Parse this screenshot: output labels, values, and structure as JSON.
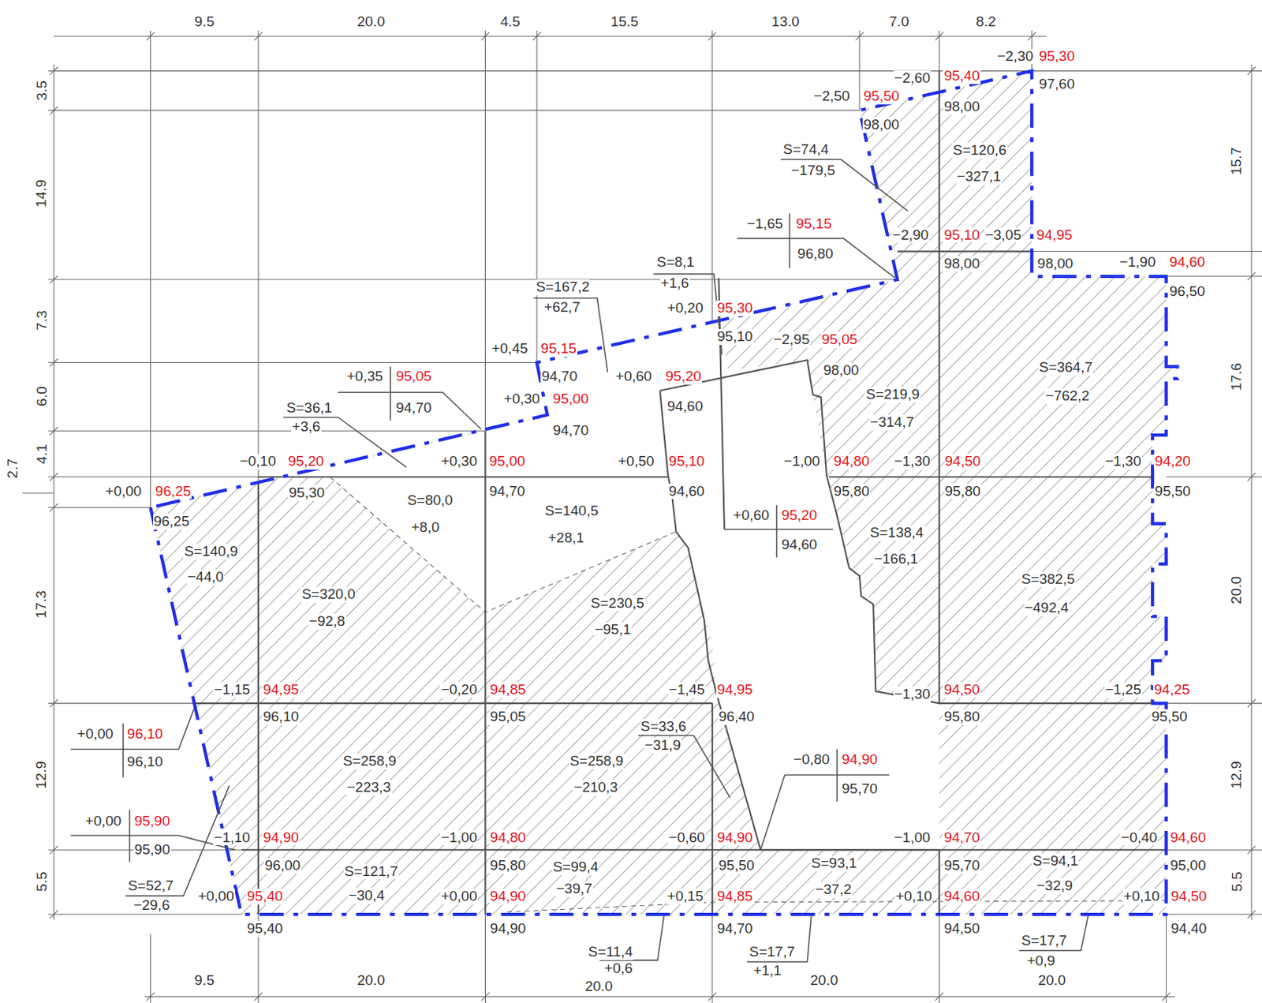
{
  "diagram": {
    "labels": [
      "9.5",
      "20.0",
      "4.5",
      "15.5",
      "13.0",
      "7.0",
      "8.2",
      "3.5",
      "14.9",
      "7.3",
      "6.0",
      "4.1",
      "2.7",
      "17.3",
      "12.9",
      "5.5",
      "15.7",
      "17.6",
      "20.0",
      "12.9",
      "5.5",
      "9.5",
      "20.0",
      "20.0",
      "20.0",
      "20.0",
      "−2,30",
      "95,30",
      "97,60",
      "−2,60",
      "95,40",
      "98,00",
      "−2,50",
      "95,50",
      "98,00",
      "S=74,4",
      "−179,5",
      "S=120,6",
      "−327,1",
      "−1,65",
      "95,15",
      "96,80",
      "−2,90",
      "95,10",
      "−3,05",
      "94,95",
      "98,00",
      "98,00",
      "−1,90",
      "94,60",
      "96,50",
      "S=8,1",
      "+1,6",
      "S=167,2",
      "+62,7",
      "+0,20",
      "95,30",
      "95,10",
      "−2,95",
      "95,05",
      "98,00",
      "+0,45",
      "95,15",
      "94,70",
      "+0,60",
      "95,20",
      "94,60",
      "+0,35",
      "95,05",
      "94,70",
      "+0,30",
      "95,00",
      "94,70",
      "S=219,9",
      "−314,7",
      "S=364,7",
      "−762,2",
      "S=36,1",
      "+3,6",
      "−0,10",
      "95,20",
      "95,30",
      "+0,30",
      "95,00",
      "94,70",
      "+0,50",
      "95,10",
      "94,60",
      "−1,00",
      "94,80",
      "95,80",
      "−1,30",
      "94,50",
      "95,80",
      "−1,30",
      "94,20",
      "95,50",
      "+0,00",
      "96,25",
      "96,25",
      "S=80,0",
      "+8,0",
      "S=140,5",
      "+28,1",
      "+0,60",
      "95,20",
      "94,60",
      "S=138,4",
      "−166,1",
      "S=140,9",
      "−44,0",
      "S=320,0",
      "−92,8",
      "S=230,5",
      "−95,1",
      "S=382,5",
      "−492,4",
      "−1,15",
      "94,95",
      "96,10",
      "−0,20",
      "94,85",
      "95,05",
      "−1,45",
      "94,95",
      "96,40",
      "−1,30",
      "94,50",
      "95,80",
      "−1,25",
      "94,25",
      "95,50",
      "+0,00",
      "96,10",
      "96,10",
      "S=33,6",
      "−31,9",
      "S=258,9",
      "−223,3",
      "S=258,9",
      "−210,3",
      "−0,80",
      "94,90",
      "95,70",
      "+0,00",
      "95,90",
      "95,90",
      "−1,10",
      "94,90",
      "96,00",
      "−1,00",
      "94,80",
      "95,80",
      "−0,60",
      "94,90",
      "95,50",
      "−1,00",
      "94,70",
      "95,70",
      "−0,40",
      "94,60",
      "95,00",
      "S=52,7",
      "−29,6",
      "+0,00",
      "95,40",
      "95,40",
      "S=121,7",
      "−30,4",
      "+0,00",
      "94,90",
      "94,90",
      "S=99,4",
      "−39,7",
      "+0,15",
      "94,85",
      "94,70",
      "S=93,1",
      "−37,2",
      "+0,10",
      "94,60",
      "94,50",
      "S=94,1",
      "−32,9",
      "+0,10",
      "94,50",
      "94,40",
      "S=11,4",
      "+0,6",
      "S=17,7",
      "+1,1",
      "S=17,7",
      "+0,9"
    ]
  }
}
